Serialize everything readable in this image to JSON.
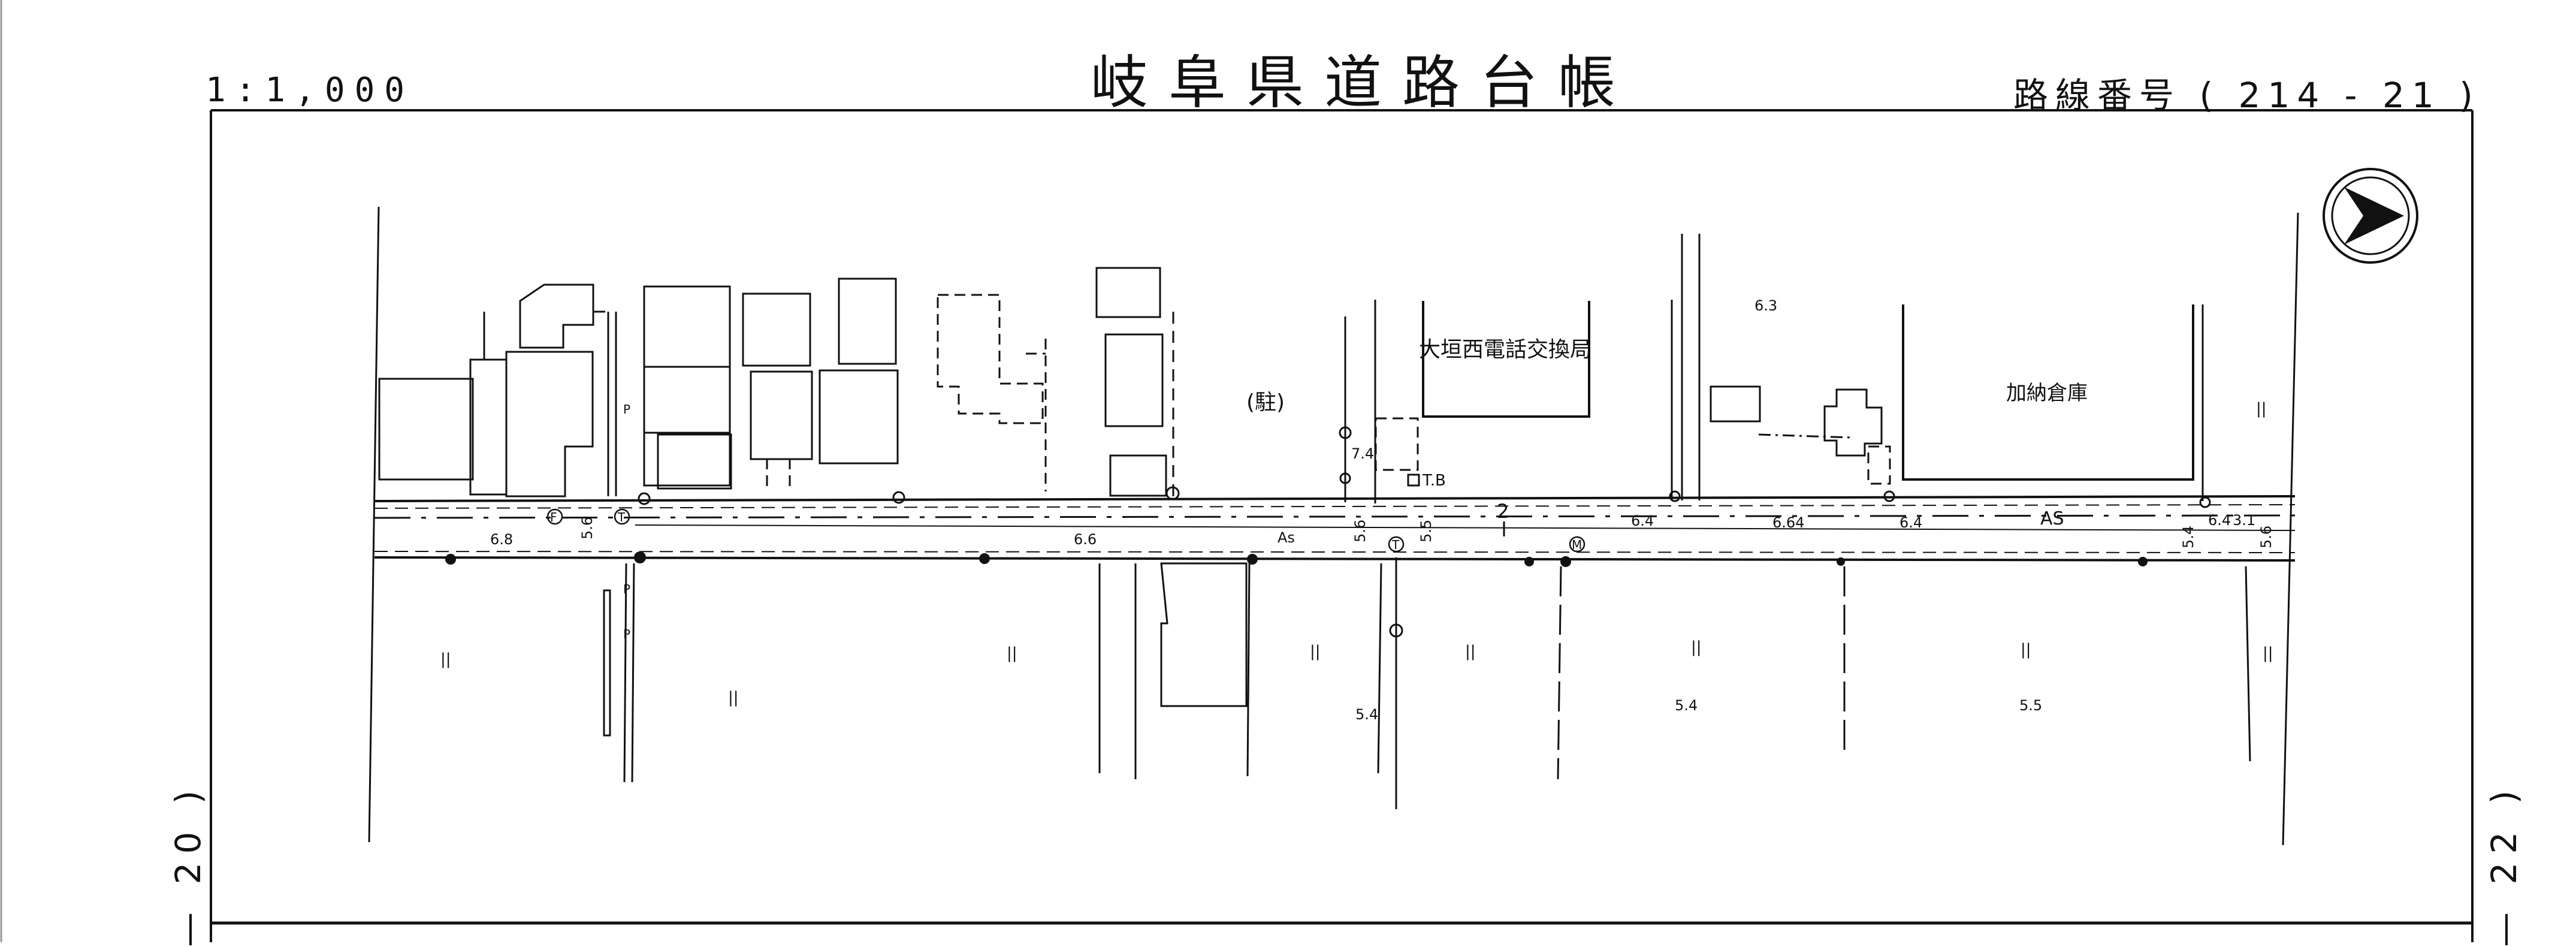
{
  "header": {
    "title": "岐阜県道路台帳",
    "scale": "1:1,000",
    "route_label": "路線番号",
    "route_number": "( 214 -  21 )"
  },
  "sheet": {
    "left_neighbor": "20 )",
    "right_neighbor": "22 )",
    "left_dash": "—",
    "right_dash": "—"
  },
  "map": {
    "north_arrow": "north-arrow-icon",
    "buildings": {
      "telephone_office": "大垣西電話交換局",
      "warehouse": "加納倉庫",
      "parking": "(駐)"
    },
    "markers": {
      "tb": "T.B",
      "f": "F",
      "t": "T",
      "t2": "T",
      "m": "M",
      "p1": "P",
      "p2": "P",
      "p3": "P"
    },
    "road": {
      "surface_1": "As",
      "surface_2": "AS",
      "station_2": "2"
    },
    "elevations": {
      "e1": "6.8",
      "e2": "6.6",
      "e3": "6.3",
      "e4": "6.4",
      "e5": "6.64",
      "e6": "6.4",
      "e7": "5.4",
      "e8": "5.5",
      "e9": "5.4",
      "e10": "7.4"
    },
    "widths": {
      "w1": "5.6",
      "w2": "5.6",
      "w3": "5.5",
      "w4": "5.4",
      "w5": "6.4",
      "w6": "3.1",
      "w7": "5.6"
    },
    "field_symbol": "||"
  }
}
